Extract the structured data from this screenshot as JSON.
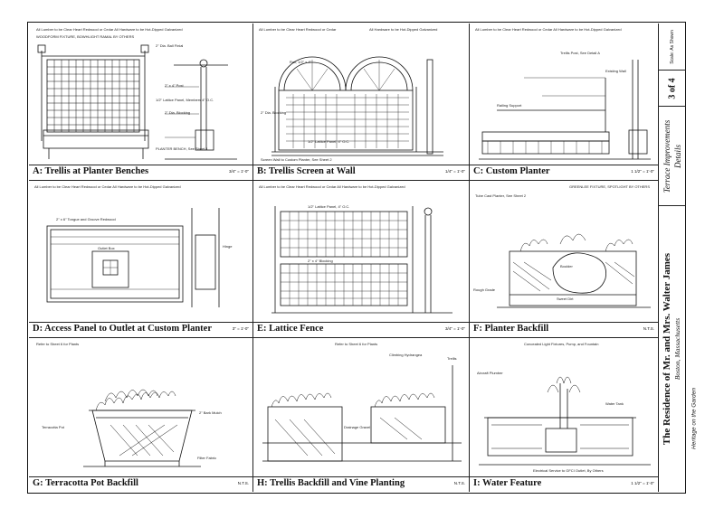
{
  "panels": [
    {
      "id": "A",
      "title": "A:  Trellis at Planter Benches",
      "scale": "3/4\" = 1'-0\""
    },
    {
      "id": "B",
      "title": "B:  Trellis Screen at Wall",
      "scale": "1/4\" = 1'-0\""
    },
    {
      "id": "C",
      "title": "C:  Custom Planter",
      "scale": "1 1/2\" = 1'-0\""
    },
    {
      "id": "D",
      "title": "D:  Access Panel to Outlet at Custom Planter",
      "scale": "3\" = 1'-0\""
    },
    {
      "id": "E",
      "title": "E:  Lattice Fence",
      "scale": "3/4\" = 1'-0\""
    },
    {
      "id": "F",
      "title": "F:  Planter Backfill",
      "scale": "N.T.S."
    },
    {
      "id": "G",
      "title": "G:  Terracotta Pot Backfill",
      "scale": "N.T.S."
    },
    {
      "id": "H",
      "title": "H:  Trellis Backfill and Vine Planting",
      "scale": "N.T.S."
    },
    {
      "id": "I",
      "title": "I:  Water Feature",
      "scale": "1 1/2\" = 1'-0\""
    }
  ],
  "notes": {
    "A1": "All Lumber to be Clear Heart Redwood or Cedar   All Hardware to be Hot-Dipped Galvanized",
    "A2": "WOODFORM FIXTURE, BOWHLIGHT RAMAL BY OTHERS",
    "A3": "2\" Dia. Ball Finial",
    "A4": "2\" x 4\" Post",
    "A5": "1/2\" Lattice Panel, Members 4\" O.C.",
    "A6": "2\" Dia. Blocking",
    "A7": "PLANTER BENCH, See Sheet 1",
    "B1": "All Lumber to be Clear Heart Redwood or Cedar",
    "B2": "All Hardware to be Hot-Dipped Galvanized",
    "B3": "Rail, 1/2\" x 4\"",
    "B4": "2\" Dia. Blocking",
    "B5": "1/2\" Lattice Panel, 4\" O.C.",
    "B6": "Screen Wall to Custom Planter, See Sheet 2",
    "C1": "All Lumber to be Clear Heart Redwood or Cedar   All Hardware to be Hot-Dipped Galvanized",
    "C2": "Trellis Post, See Detail A",
    "C3": "Existing Wall",
    "C4": "Railing Support",
    "D1": "All Lumber to be Clear Heart Redwood or Cedar   All Hardware to be Hot-Dipped Galvanized",
    "D2": "2\" x 6\" Tongue and Groove Redwood",
    "D3": "Outlet Box",
    "D4": "Hinge",
    "E1": "All Lumber to be Clear Heart Redwood or Cedar   All Hardware to be Hot-Dipped Galvanized",
    "E2": "1/2\" Lattice Panel, 4\" O.C.",
    "E3": "2\" x 4\" Blocking",
    "F1": "GREENLEE FIXTURE, SPOTLIGHT BY OTHERS",
    "F2": "Tube Cast Planter, See Sheet 2",
    "F3": "Boulder",
    "F4": "Rough Grade",
    "F5": "Sweet Dirt",
    "G1": "Refer to Sheet 6 for Plants",
    "G2": "2\" Bark Mulch",
    "G3": "Terracotta Pot",
    "G4": "Filter Fabric",
    "H1": "Refer to Sheet 6 for Plants",
    "H2": "Climbing Hydrangea",
    "H3": "Trellis",
    "H4": "Drainage Gravel",
    "I1": "Concealed Light Fixtures, Pump, and Fountain",
    "I2": "Aircraft Plumber",
    "I3": "Water Tank",
    "I4": "Electrical Service to GFCI Outlet, By Others"
  },
  "title_block": {
    "scale_label": "Scale:",
    "scale_value": "As Shown",
    "sheet": "3 of 4",
    "project_title": "Terrace Improvements",
    "project_sub": "Details",
    "client": "The Residence of Mr. and Mrs. Walter James",
    "location": "Boston, Massachusetts",
    "firm": "Heritage on the Garden"
  }
}
